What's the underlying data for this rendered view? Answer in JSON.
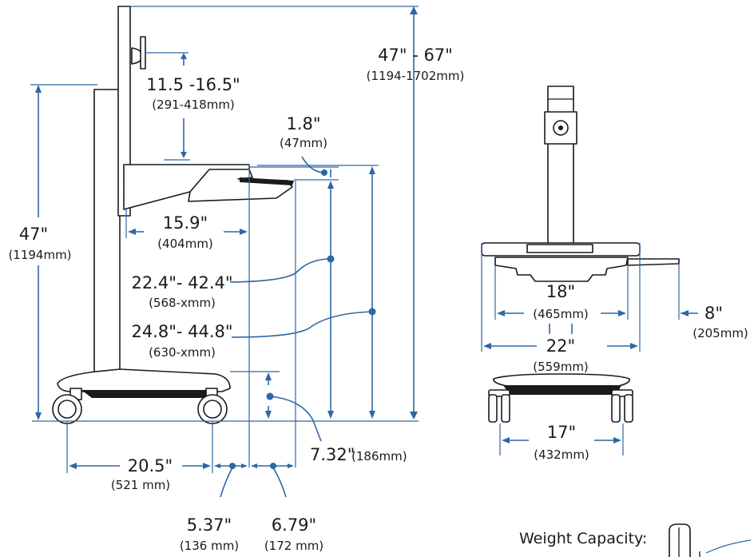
{
  "dimensions": {
    "total_height": {
      "value": "47\" - 67\"",
      "metric": "(1194-1702mm)"
    },
    "monitor_range": {
      "value": "11.5 -16.5\"",
      "metric": "(291-418mm)"
    },
    "pole_height": {
      "value": "47\"",
      "metric": "(1194mm)"
    },
    "mouse_tray_drop": {
      "value": "1.8\"",
      "metric": "(47mm)"
    },
    "worksurface_depth": {
      "value": "15.9\"",
      "metric": "(404mm)"
    },
    "keyboard_height": {
      "value": "22.4\"- 42.4\"",
      "metric": "(568-xmm)"
    },
    "worksurface_height": {
      "value": "24.8\"- 44.8\"",
      "metric": "(630-xmm)"
    },
    "base_height": {
      "value": "7.32\"",
      "metric": "(186mm)"
    },
    "wheelbase_depth": {
      "value": "20.5\"",
      "metric": "(521 mm)"
    },
    "front_offset_1": {
      "value": "5.37\"",
      "metric": "(136 mm)"
    },
    "front_offset_2": {
      "value": "6.79\"",
      "metric": "(172 mm)"
    },
    "keyboard_width": {
      "value": "18\"",
      "metric": "(465mm)"
    },
    "worksurface_width": {
      "value": "22\"",
      "metric": "(559mm)"
    },
    "mouse_tray_width": {
      "value": "8\"",
      "metric": "(205mm)"
    },
    "base_width": {
      "value": "17\"",
      "metric": "(432mm)"
    }
  },
  "weight_capacity_label": "Weight Capacity:",
  "colors": {
    "dimension_line": "#2f66a6",
    "outline": "#1a1a1a"
  }
}
